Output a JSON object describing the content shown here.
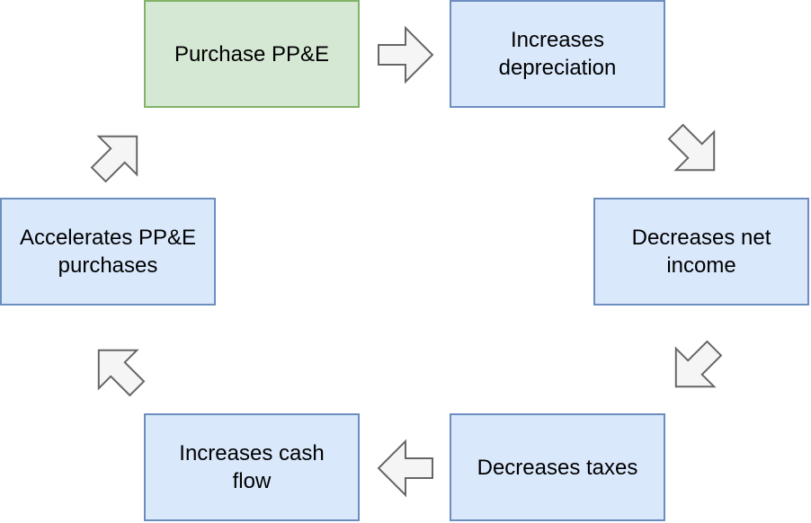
{
  "nodes": {
    "purchase": "Purchase PP&E",
    "depreciation": "Increases\ndepreciation",
    "net_income": "Decreases net\nincome",
    "taxes": "Decreases taxes",
    "cash_flow": "Increases cash\nflow",
    "accelerates": "Accelerates PP&E\npurchases"
  },
  "colors": {
    "blue_fill": "#dae8fc",
    "blue_stroke": "#6c8ebf",
    "green_fill": "#d5e8d4",
    "green_stroke": "#82b366",
    "arrow_fill": "#f5f5f5",
    "arrow_stroke": "#666666"
  },
  "icons": {
    "arrow_1": "arrow-right-icon",
    "arrow_2": "arrow-down-right-icon",
    "arrow_3": "arrow-down-left-icon",
    "arrow_4": "arrow-left-icon",
    "arrow_5": "arrow-up-left-icon",
    "arrow_6": "arrow-up-right-icon"
  }
}
